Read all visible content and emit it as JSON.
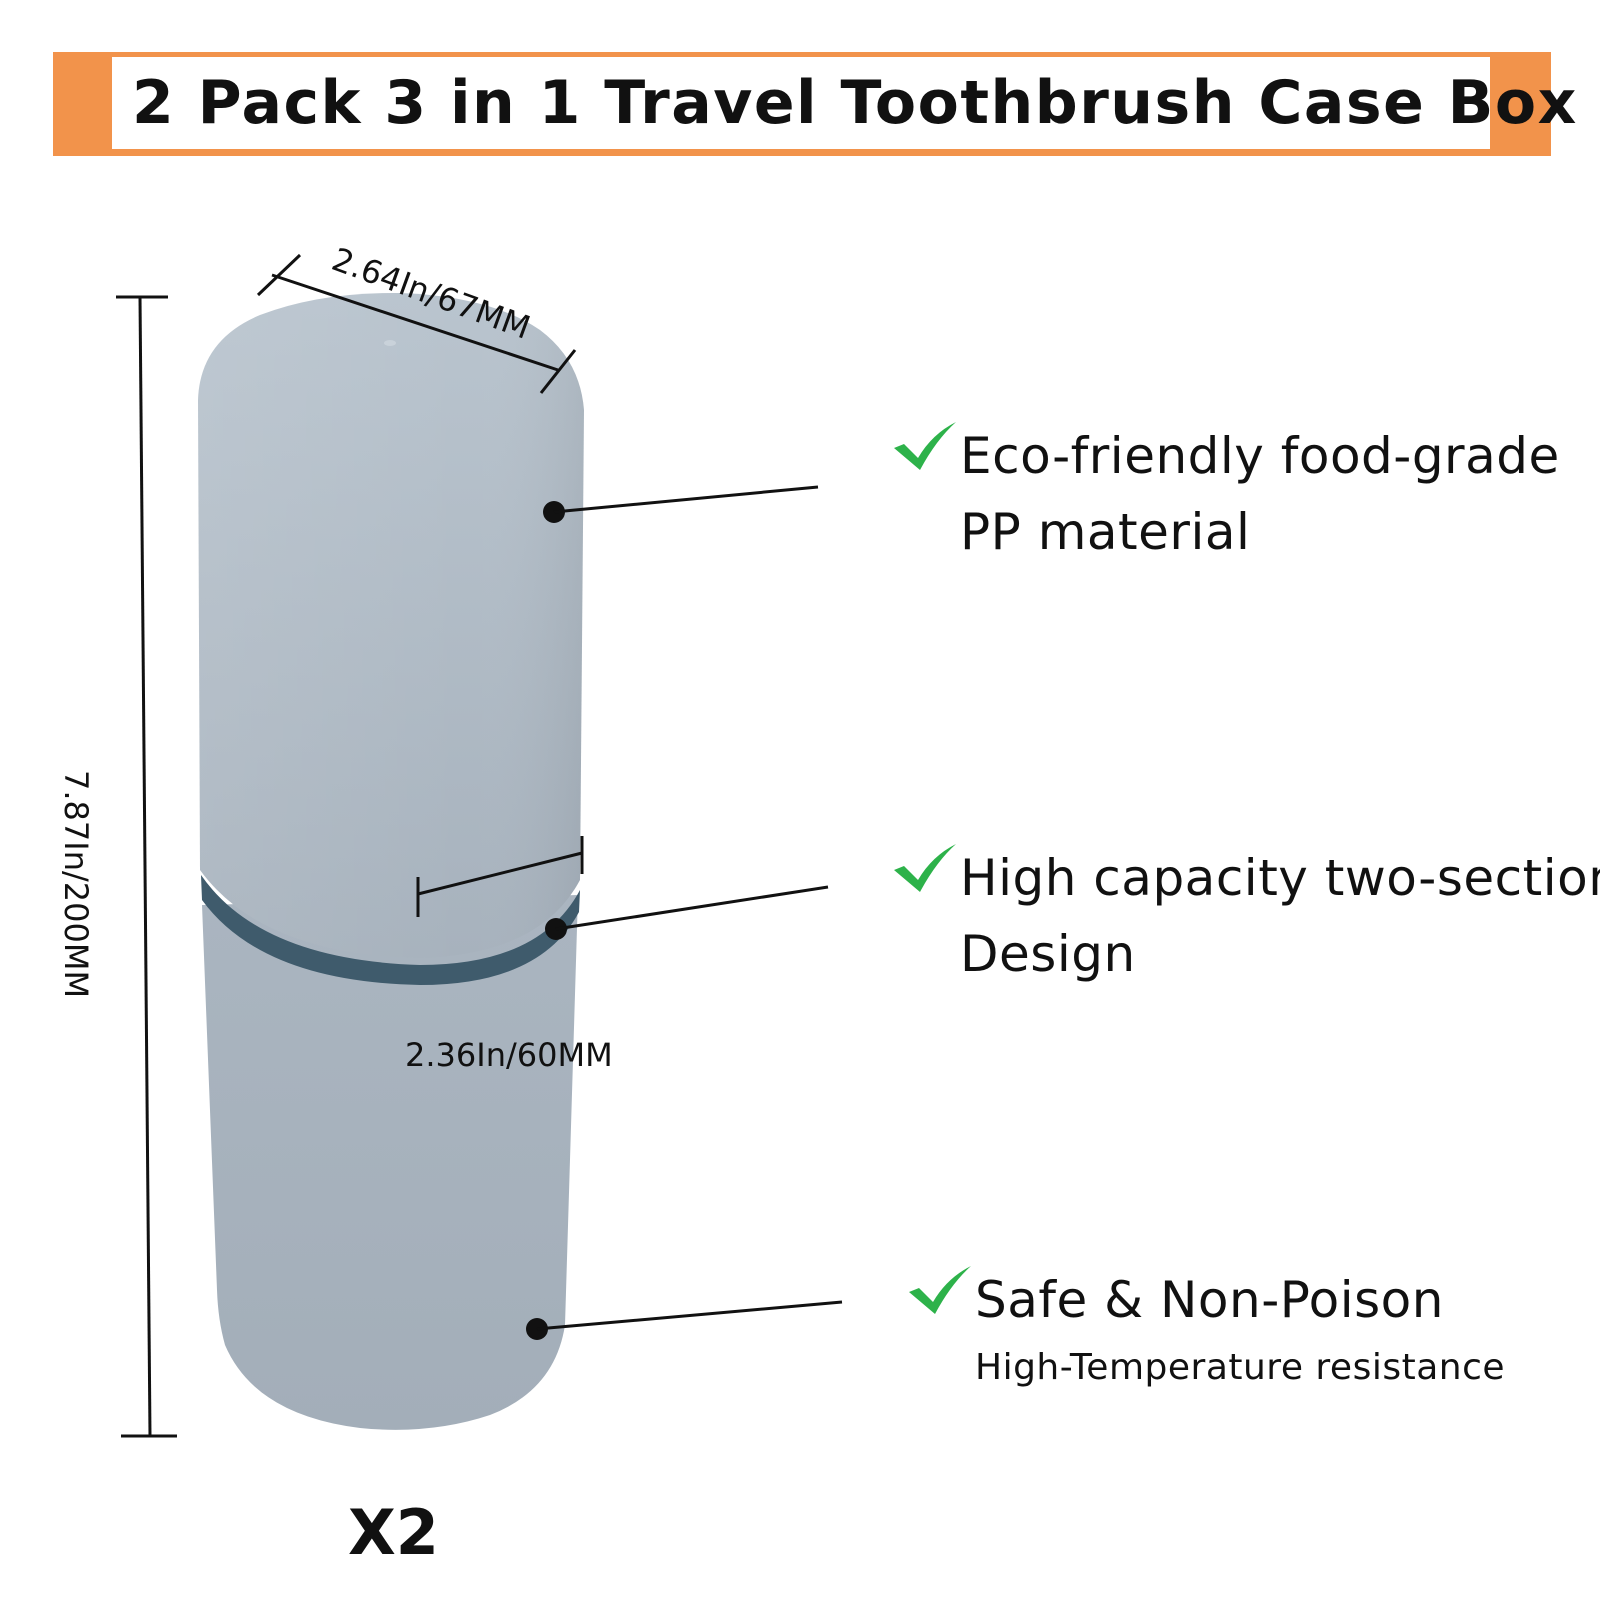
{
  "title": "2 Pack 3 in 1 Travel Toothbrush Case Box",
  "dimensions": {
    "width": "2.64In/67MM",
    "height": "7.87In/200MM",
    "diameter": "2.36In/60MM"
  },
  "features": [
    {
      "line1": "Eco-friendly food-grade",
      "line2": "PP material"
    },
    {
      "line1": "High capacity two-section",
      "line2": "Design"
    },
    {
      "line1": "Safe & Non-Poison",
      "line2": "High-Temperature resistance"
    }
  ],
  "quantity": "X2",
  "colors": {
    "accent": "#f2934b",
    "case": "#a9b4bf",
    "band": "#3f5b6c",
    "check": "#2db24a"
  },
  "icons": [
    "check-icon"
  ]
}
